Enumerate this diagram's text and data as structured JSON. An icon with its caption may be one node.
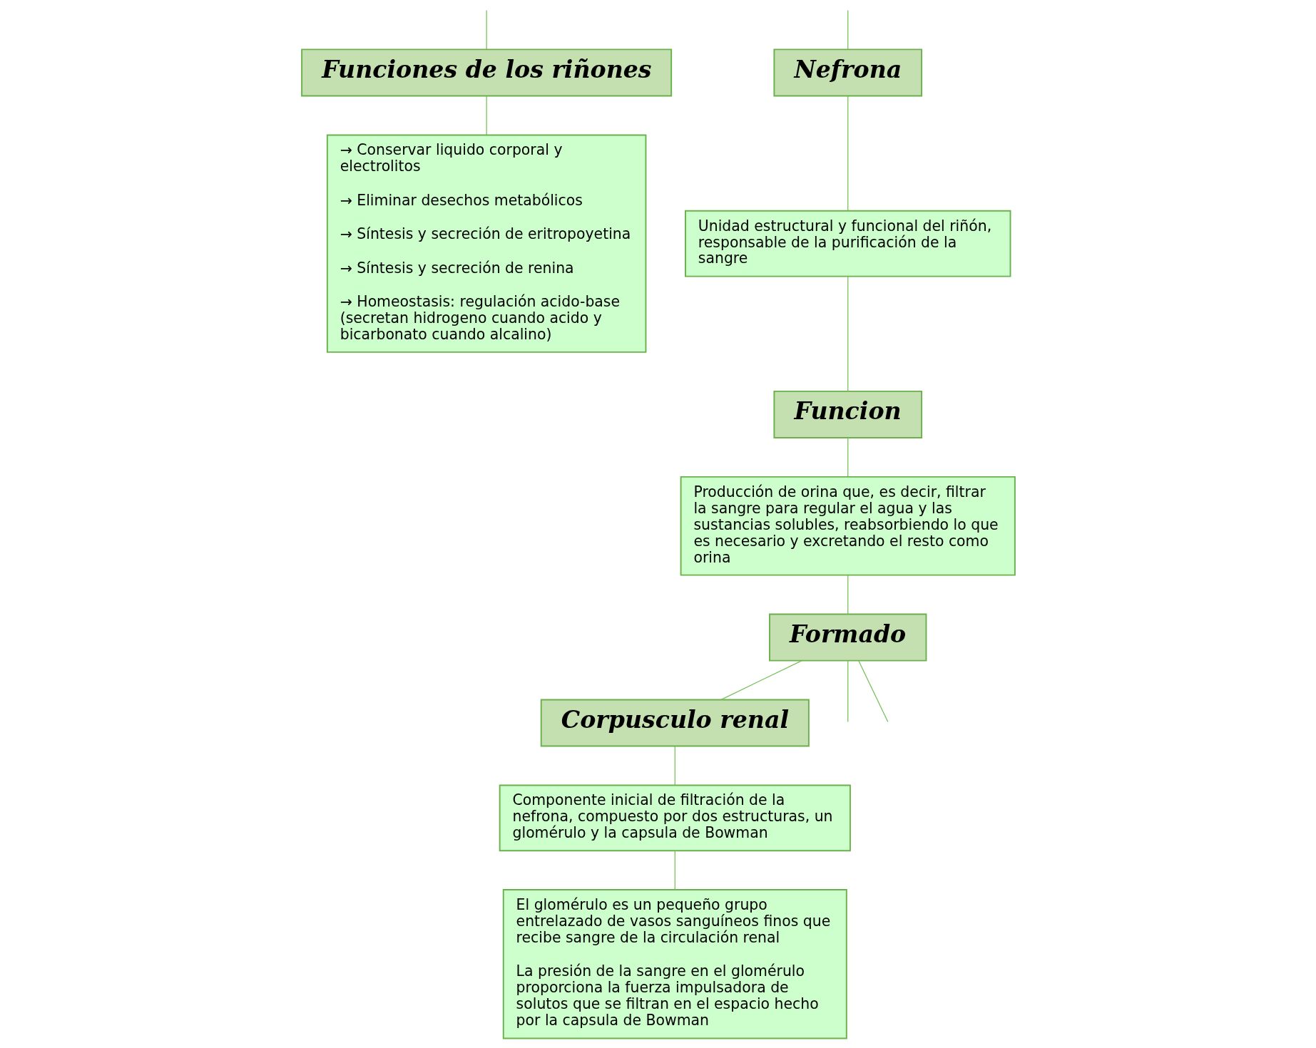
{
  "diagram": {
    "nodes": [
      {
        "text": [
          "Funciones de los riñones"
        ]
      },
      {
        "text": [
          "Nefrona"
        ]
      },
      {
        "text": [
          "Corpusculo renal"
        ]
      },
      {
        "text": [
          "→ Conservar liquido corporal y electrolitos",
          "→ Eliminar desechos metabólicos",
          "→ Síntesis y secreción de eritropoyetina",
          "→ Síntesis y secreción de renina",
          "→ Homeostasis: regulación acido-base (secretan hidrogeno cuando acido y bicarbonato cuando alcalino)"
        ]
      },
      {
        "text": [
          "Unidad estructural y funcional del riñón, responsable de la purificación de la sangre"
        ]
      },
      {
        "text": [
          "Funcion"
        ]
      },
      {
        "text": [
          "Producción de orina que, es decir, filtrar la sangre para regular el agua y las sustancias solubles, reabsorbiendo lo que es necesario y excretando el resto como orina"
        ]
      },
      {
        "text": [
          "Formado"
        ]
      },
      {
        "text": [
          "Componente inicial de filtración de la nefrona, compuesto por dos estructuras, un glomérulo y la capsula de Bowman"
        ]
      },
      {
        "text": [
          "El glomérulo es un pequeño grupo entrelazado de vasos sanguíneos finos que recibe sangre de la circulación renal",
          "La presión de la sangre en el glomérulo proporciona la fuerza impulsadora de solutos que se filtran en el espacio hecho por la capsula de Bowman"
        ]
      }
    ],
    "edges": [
      {
        "from": null,
        "to": 0,
        "arrow": "none"
      },
      {
        "from": null,
        "to": 1,
        "arrow": "none"
      },
      {
        "from": 0,
        "to": 3,
        "arrow": "none"
      },
      {
        "from": 1,
        "to": 4,
        "arrow": "none"
      },
      {
        "from": 4,
        "to": 5,
        "arrow": "none"
      },
      {
        "from": 5,
        "to": 6,
        "arrow": "none"
      },
      {
        "from": 6,
        "to": 7,
        "arrow": "none"
      },
      {
        "from": 7,
        "to": 2,
        "arrow": "none"
      },
      {
        "from": 2,
        "to": 8,
        "arrow": "none"
      },
      {
        "from": 8,
        "to": 9,
        "arrow": "none"
      },
      {
        "from": 7,
        "to": null,
        "arrow": "none"
      },
      {
        "from": 7,
        "to": null,
        "arrow": "none"
      }
    ]
  }
}
